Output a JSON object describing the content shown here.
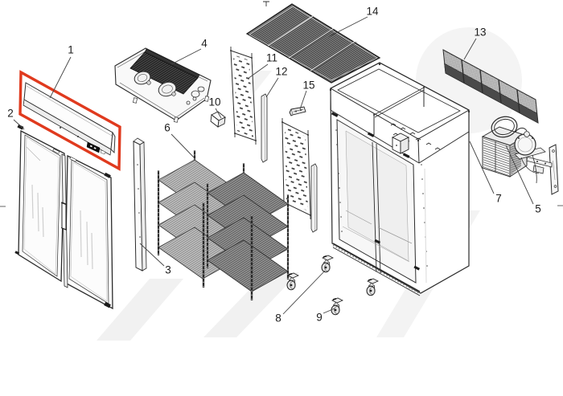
{
  "diagram": {
    "type": "exploded-parts-diagram",
    "highlight_color": "#E03A1E",
    "line_color": "#2b2b2b",
    "parts": {
      "p1": {
        "label": "1",
        "name": "header-panel-highlighted"
      },
      "p2": {
        "label": "2",
        "name": "glass-doors"
      },
      "p3": {
        "label": "3",
        "name": "side-trim-strip"
      },
      "p4": {
        "label": "4",
        "name": "condensing-unit-deck"
      },
      "p5": {
        "label": "5",
        "name": "condenser-assembly"
      },
      "p6": {
        "label": "6",
        "name": "wire-shelving"
      },
      "p7": {
        "label": "7",
        "name": "cabinet-body"
      },
      "p8": {
        "label": "8",
        "name": "caster-front"
      },
      "p9": {
        "label": "9",
        "name": "caster-rear"
      },
      "p10": {
        "label": "10",
        "name": "small-box-part"
      },
      "p11": {
        "label": "11",
        "name": "perforated-panel"
      },
      "p12": {
        "label": "12",
        "name": "trim-bar"
      },
      "p13": {
        "label": "13",
        "name": "louver-grille"
      },
      "p14": {
        "label": "14",
        "name": "top-wire-grille"
      },
      "p15": {
        "label": "15",
        "name": "mounting-bracket"
      }
    }
  }
}
